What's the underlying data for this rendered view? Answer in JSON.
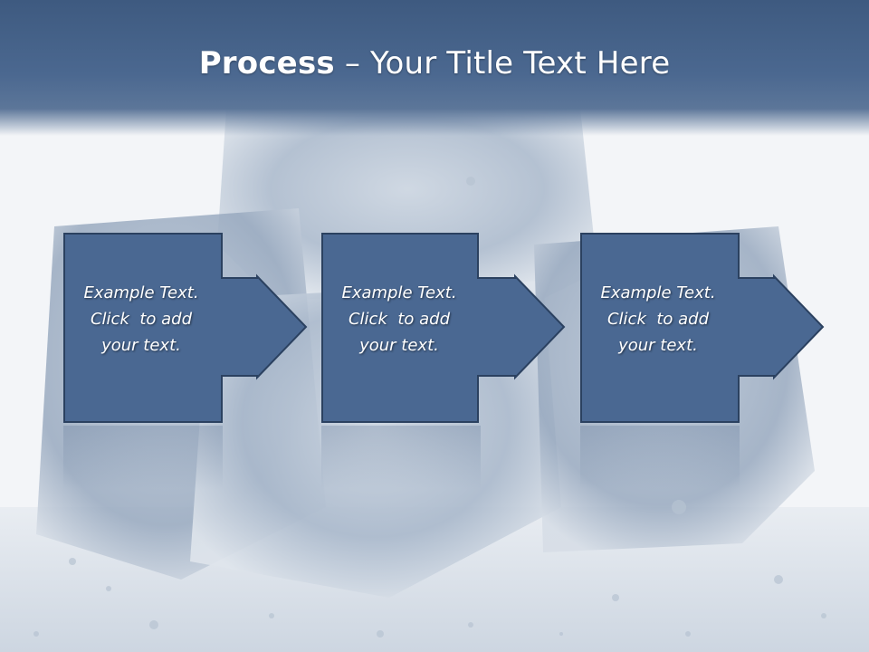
{
  "slide": {
    "title_bold": "Process",
    "title_rest": " – Your Title Text Here"
  },
  "steps": [
    {
      "line1": "Example Text.",
      "line2": "Click  to add",
      "line3": "your text."
    },
    {
      "line1": "Example Text.",
      "line2": "Click  to add",
      "line3": "your text."
    },
    {
      "line1": "Example Text.",
      "line2": "Click  to add",
      "line3": "your text."
    }
  ],
  "colors": {
    "header": "#3e5a80",
    "box_fill": "#4a6892",
    "box_border": "#2b4160",
    "text": "#ffffff"
  }
}
